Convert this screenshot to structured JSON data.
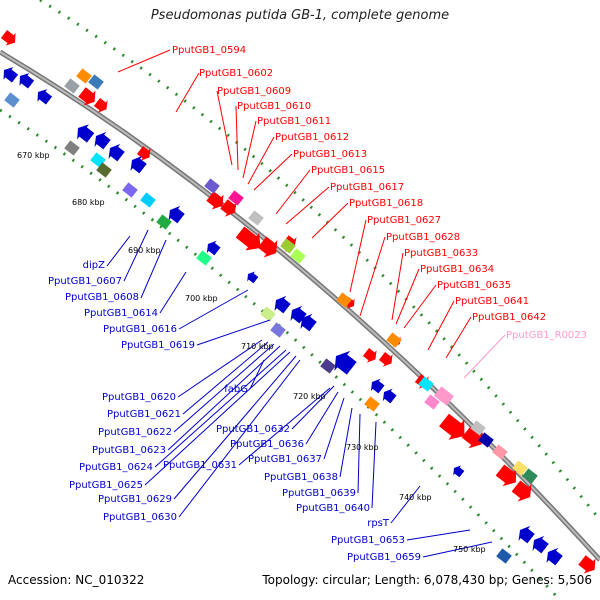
{
  "title": "Pseudomonas putida GB-1, complete genome",
  "footer": {
    "accession": "Accession: NC_010322",
    "topology": "Topology: circular; Length: 6,078,430 bp; Genes: 5,506"
  },
  "kbp_ticks": [
    "670 kbp",
    "680 kbp",
    "690 kbp",
    "700 kbp",
    "710 kbp",
    "720 kbp",
    "730 kbp",
    "740 kbp",
    "750 kbp"
  ],
  "forward_labels": [
    "PputGB1_0594",
    "PputGB1_0602",
    "PputGB1_0609",
    "PputGB1_0610",
    "PputGB1_0611",
    "PputGB1_0612",
    "PputGB1_0613",
    "PputGB1_0615",
    "PputGB1_0617",
    "PputGB1_0618",
    "PputGB1_0627",
    "PputGB1_0628",
    "PputGB1_0633",
    "PputGB1_0634",
    "PputGB1_0635",
    "PputGB1_0641",
    "PputGB1_0642"
  ],
  "rna_label": "PputGB1_R0023",
  "reverse_labels": [
    "dipZ",
    "PputGB1_0607",
    "PputGB1_0608",
    "PputGB1_0614",
    "PputGB1_0616",
    "PputGB1_0619",
    "PputGB1_0620",
    "PputGB1_0621",
    "PputGB1_0622",
    "PputGB1_0623",
    "PputGB1_0624",
    "PputGB1_0625",
    "PputGB1_0629",
    "PputGB1_0630",
    "fabG",
    "PputGB1_0632",
    "PputGB1_0636",
    "PputGB1_0637",
    "PputGB1_0631",
    "PputGB1_0638",
    "PputGB1_0639",
    "PputGB1_0640",
    "rpsT",
    "PputGB1_0653",
    "PputGB1_0659"
  ],
  "colors": {
    "forward": "#ff0000",
    "reverse": "#0000cc",
    "rna": "#ff99cc",
    "backbone": "#888888",
    "gc_dots": "#2e8b2e"
  }
}
